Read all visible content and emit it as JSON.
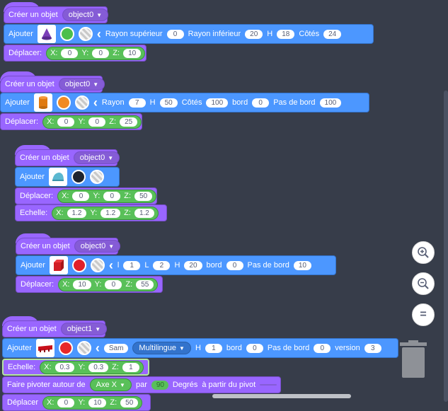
{
  "stacks": [
    {
      "create_label": "Créer un objet",
      "object": "object0",
      "add_label": "Ajouter",
      "params": [
        {
          "label": "Rayon supérieur",
          "value": "0"
        },
        {
          "label": "Rayon inférieur",
          "value": "20"
        },
        {
          "label": "H",
          "value": "18"
        },
        {
          "label": "Côtés",
          "value": "24"
        }
      ],
      "move": {
        "label": "Déplacer:",
        "x": "0",
        "y": "0",
        "z": "10"
      }
    },
    {
      "create_label": "Créer un objet",
      "object": "object0",
      "add_label": "Ajouter",
      "params": [
        {
          "label": "Rayon",
          "value": "7"
        },
        {
          "label": "H",
          "value": "50"
        },
        {
          "label": "Côtés",
          "value": "100"
        },
        {
          "label": "bord",
          "value": "0"
        },
        {
          "label": "Pas de bord",
          "value": "100"
        }
      ],
      "move": {
        "label": "Déplacer:",
        "x": "0",
        "y": "0",
        "z": "25"
      }
    },
    {
      "create_label": "Créer un objet",
      "object": "object0",
      "add_label": "Ajouter",
      "move": {
        "label": "Déplacer:",
        "x": "0",
        "y": "0",
        "z": "50"
      },
      "scale": {
        "label": "Echelle:",
        "x": "1.2",
        "y": "1.2",
        "z": "1.2"
      }
    },
    {
      "create_label": "Créer un objet",
      "object": "object0",
      "add_label": "Ajouter",
      "params": [
        {
          "label": "l",
          "value": "1"
        },
        {
          "label": "L",
          "value": "2"
        },
        {
          "label": "H",
          "value": "20"
        },
        {
          "label": "bord",
          "value": "0"
        },
        {
          "label": "Pas de bord",
          "value": "10"
        }
      ],
      "move": {
        "label": "Déplacer:",
        "x": "10",
        "y": "0",
        "z": "55"
      }
    },
    {
      "create_label": "Créer un objet",
      "object": "object1",
      "add_label": "Ajouter",
      "text": "Sam",
      "font": "Multilingue",
      "params": [
        {
          "label": "H",
          "value": "1"
        },
        {
          "label": "bord",
          "value": "0"
        },
        {
          "label": "Pas de bord",
          "value": "0"
        },
        {
          "label": "version",
          "value": "3"
        }
      ],
      "scale": {
        "label": "Echelle:",
        "x": "0.3",
        "y": "0.3",
        "z": "1"
      },
      "rotate": {
        "label": "Faire pivoter autour de",
        "axis": "Axe X",
        "par": "par",
        "value": "90",
        "degrees": "Degrés",
        "pivot": "à partir du pivot"
      },
      "move_partial": {
        "label": "Déplacer",
        "x": "0",
        "y": "10",
        "z": "50"
      }
    }
  ],
  "axis_labels": {
    "x": "X:",
    "y": "Y:",
    "z": "Z:"
  },
  "colors": {
    "green": "#4cbf4c",
    "orange": "#f08a24",
    "black": "#1f2530",
    "red": "#e0202a",
    "red2": "#e82828"
  },
  "zoom": {
    "in": "+",
    "out": "−",
    "reset": "="
  }
}
